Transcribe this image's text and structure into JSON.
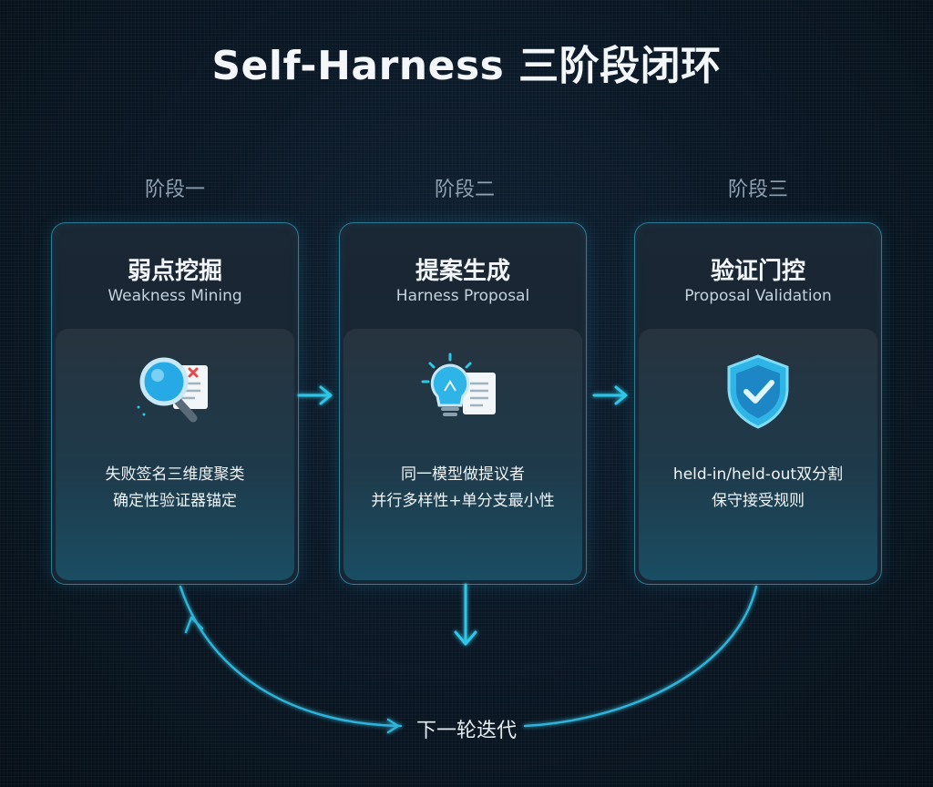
{
  "title": "Self-Harness 三阶段闭环",
  "stages": [
    {
      "stage_label": "阶段一",
      "title": "弱点挖掘",
      "subtitle": "Weakness Mining",
      "icon": "magnifier-document-icon",
      "desc": [
        "失败签名三维度聚类",
        "确定性验证器锚定"
      ]
    },
    {
      "stage_label": "阶段二",
      "title": "提案生成",
      "subtitle": "Harness Proposal",
      "icon": "lightbulb-document-icon",
      "desc": [
        "同一模型做提议者",
        "并行多样性+单分支最小性"
      ]
    },
    {
      "stage_label": "阶段三",
      "title": "验证门控",
      "subtitle": "Proposal Validation",
      "icon": "shield-check-icon",
      "desc": [
        "held-in/held-out双分割",
        "保守接受规则"
      ]
    }
  ],
  "loop_label": "下一轮迭代",
  "colors": {
    "accent": "#2ec7e8",
    "background": "#0a1826",
    "card_border": "#3cc8eb"
  }
}
